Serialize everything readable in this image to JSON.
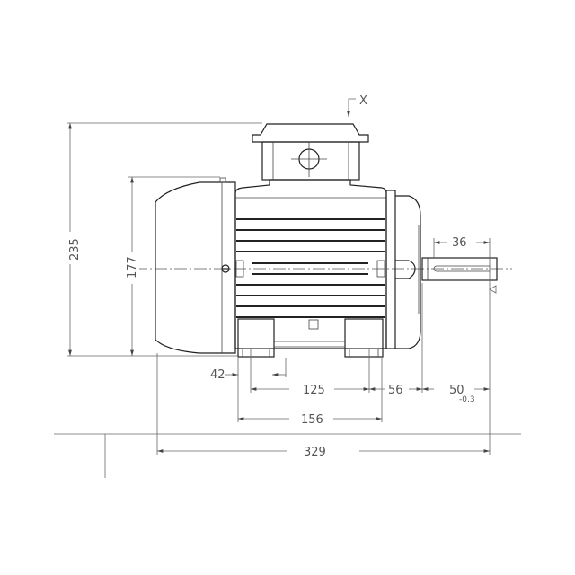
{
  "section_marker": "X",
  "dimensions": {
    "overall_height": "235",
    "shaft_height": "177",
    "shaft_length": "36",
    "foot_width": "42",
    "foot_spacing": "125",
    "shaft_to_foot": "56",
    "shaft_extension": "50",
    "shaft_extension_tolerance": "-0.3",
    "base_length": "156",
    "overall_length": "329"
  }
}
